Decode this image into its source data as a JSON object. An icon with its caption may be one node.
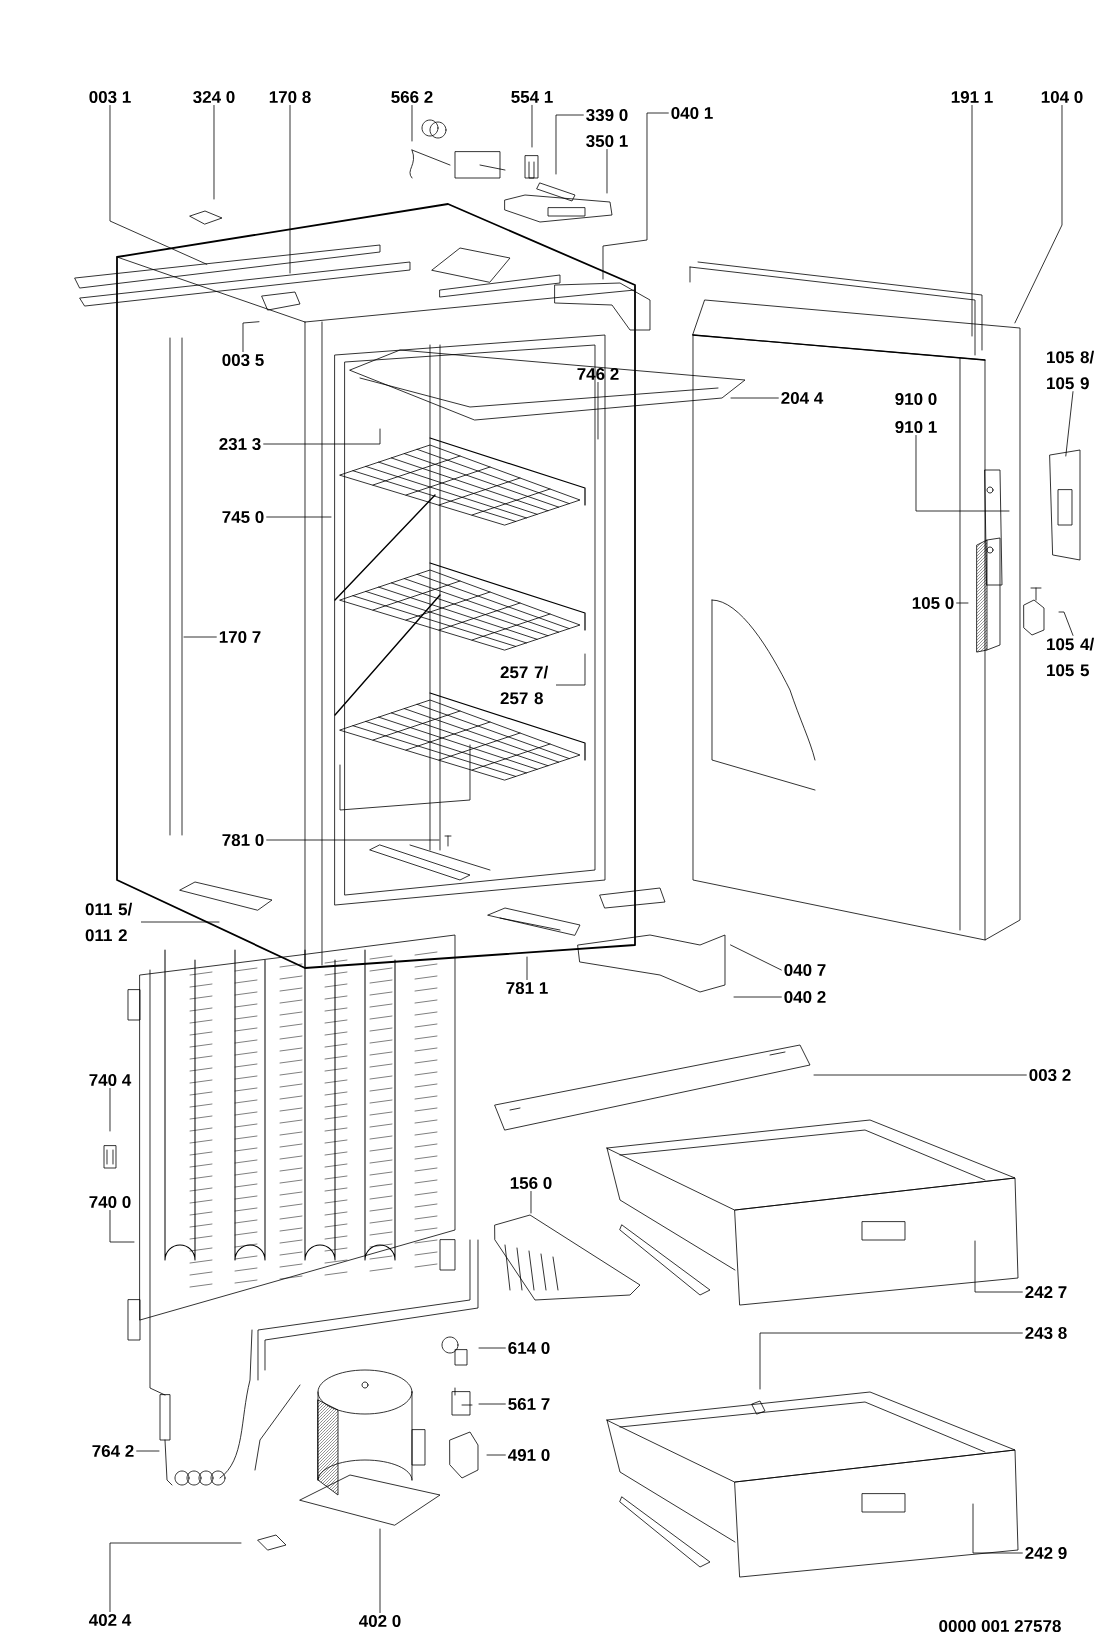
{
  "diagram": {
    "nodes": [
      {
        "text": [
          "003 1"
        ]
      },
      {
        "text": [
          "324 0"
        ]
      },
      {
        "text": [
          "170 8"
        ]
      },
      {
        "text": [
          "566 2"
        ]
      },
      {
        "text": [
          "554 1"
        ]
      },
      {
        "text": [
          "339 0"
        ]
      },
      {
        "text": [
          "350 1"
        ]
      },
      {
        "text": [
          "040 1"
        ]
      },
      {
        "text": [
          "191 1"
        ]
      },
      {
        "text": [
          "104 0"
        ]
      },
      {
        "text": [
          "003 5"
        ]
      },
      {
        "text": [
          "746 2"
        ]
      },
      {
        "text": [
          "204 4"
        ]
      },
      {
        "text": [
          "231 3"
        ]
      },
      {
        "text": [
          "910 1"
        ]
      },
      {
        "text": [
          "105 8/ 105 9"
        ]
      },
      {
        "text": [
          "745 0"
        ]
      },
      {
        "text": [
          "105 0"
        ]
      },
      {
        "text": [
          "105 4/ 105 5"
        ]
      },
      {
        "text": [
          "170 7"
        ]
      },
      {
        "text": [
          "257 7/ 257 8"
        ]
      },
      {
        "text": [
          "781 0"
        ]
      },
      {
        "text": [
          "011 5/ 011 2"
        ]
      },
      {
        "text": [
          "781 1"
        ]
      },
      {
        "text": [
          "040 7"
        ]
      },
      {
        "text": [
          "040 2"
        ]
      },
      {
        "text": [
          "003 2"
        ]
      },
      {
        "text": [
          "740 4"
        ]
      },
      {
        "text": [
          "740 0"
        ]
      },
      {
        "text": [
          "156 0"
        ]
      },
      {
        "text": [
          "242 7"
        ]
      },
      {
        "text": [
          "243 8"
        ]
      },
      {
        "text": [
          "614 0"
        ]
      },
      {
        "text": [
          "561 7"
        ]
      },
      {
        "text": [
          "764 2"
        ]
      },
      {
        "text": [
          "491 0"
        ]
      },
      {
        "text": [
          "242 9"
        ]
      },
      {
        "text": [
          "402 4"
        ]
      },
      {
        "text": [
          "402 0"
        ]
      }
    ],
    "edges": [
      {
        "from": 0,
        "to": null,
        "arrow": "none"
      },
      {
        "from": 1,
        "to": null,
        "arrow": "none"
      },
      {
        "from": 2,
        "to": null,
        "arrow": "none"
      },
      {
        "from": 3,
        "to": null,
        "arrow": "none"
      },
      {
        "from": 4,
        "to": null,
        "arrow": "none"
      },
      {
        "from": 5,
        "to": null,
        "arrow": "none"
      },
      {
        "from": 6,
        "to": null,
        "arrow": "none"
      },
      {
        "from": 7,
        "to": null,
        "arrow": "none"
      },
      {
        "from": 8,
        "to": null,
        "arrow": "none"
      },
      {
        "from": 9,
        "to": null,
        "arrow": "none"
      },
      {
        "from": 10,
        "to": null,
        "arrow": "none"
      },
      {
        "from": 11,
        "to": null,
        "arrow": "none"
      },
      {
        "from": 12,
        "to": null,
        "arrow": "none"
      },
      {
        "from": 13,
        "to": null,
        "arrow": "none"
      },
      {
        "from": 14,
        "to": null,
        "arrow": "none"
      },
      {
        "from": 15,
        "to": null,
        "arrow": "none"
      },
      {
        "from": 16,
        "to": null,
        "arrow": "none"
      },
      {
        "from": 17,
        "to": null,
        "arrow": "none"
      },
      {
        "from": 18,
        "to": null,
        "arrow": "none"
      },
      {
        "from": 19,
        "to": null,
        "arrow": "none"
      },
      {
        "from": 20,
        "to": null,
        "arrow": "none"
      },
      {
        "from": 21,
        "to": null,
        "arrow": "none"
      },
      {
        "from": 22,
        "to": null,
        "arrow": "none"
      },
      {
        "from": 23,
        "to": null,
        "arrow": "none"
      },
      {
        "from": 24,
        "to": null,
        "arrow": "none"
      },
      {
        "from": 25,
        "to": null,
        "arrow": "none"
      },
      {
        "from": 26,
        "to": null,
        "arrow": "none"
      },
      {
        "from": 27,
        "to": null,
        "arrow": "none"
      },
      {
        "from": 28,
        "to": null,
        "arrow": "none"
      },
      {
        "from": 29,
        "to": null,
        "arrow": "none"
      },
      {
        "from": 30,
        "to": null,
        "arrow": "none"
      },
      {
        "from": 31,
        "to": null,
        "arrow": "none"
      },
      {
        "from": 32,
        "to": null,
        "arrow": "none"
      },
      {
        "from": 33,
        "to": null,
        "arrow": "none"
      },
      {
        "from": 34,
        "to": null,
        "arrow": "none"
      },
      {
        "from": 35,
        "to": null,
        "arrow": "none"
      },
      {
        "from": 36,
        "to": null,
        "arrow": "none"
      },
      {
        "from": 37,
        "to": null,
        "arrow": "none"
      },
      {
        "from": 38,
        "to": null,
        "arrow": "none"
      }
    ],
    "labels": [
      "910 0",
      "0000 001 27578"
    ]
  }
}
